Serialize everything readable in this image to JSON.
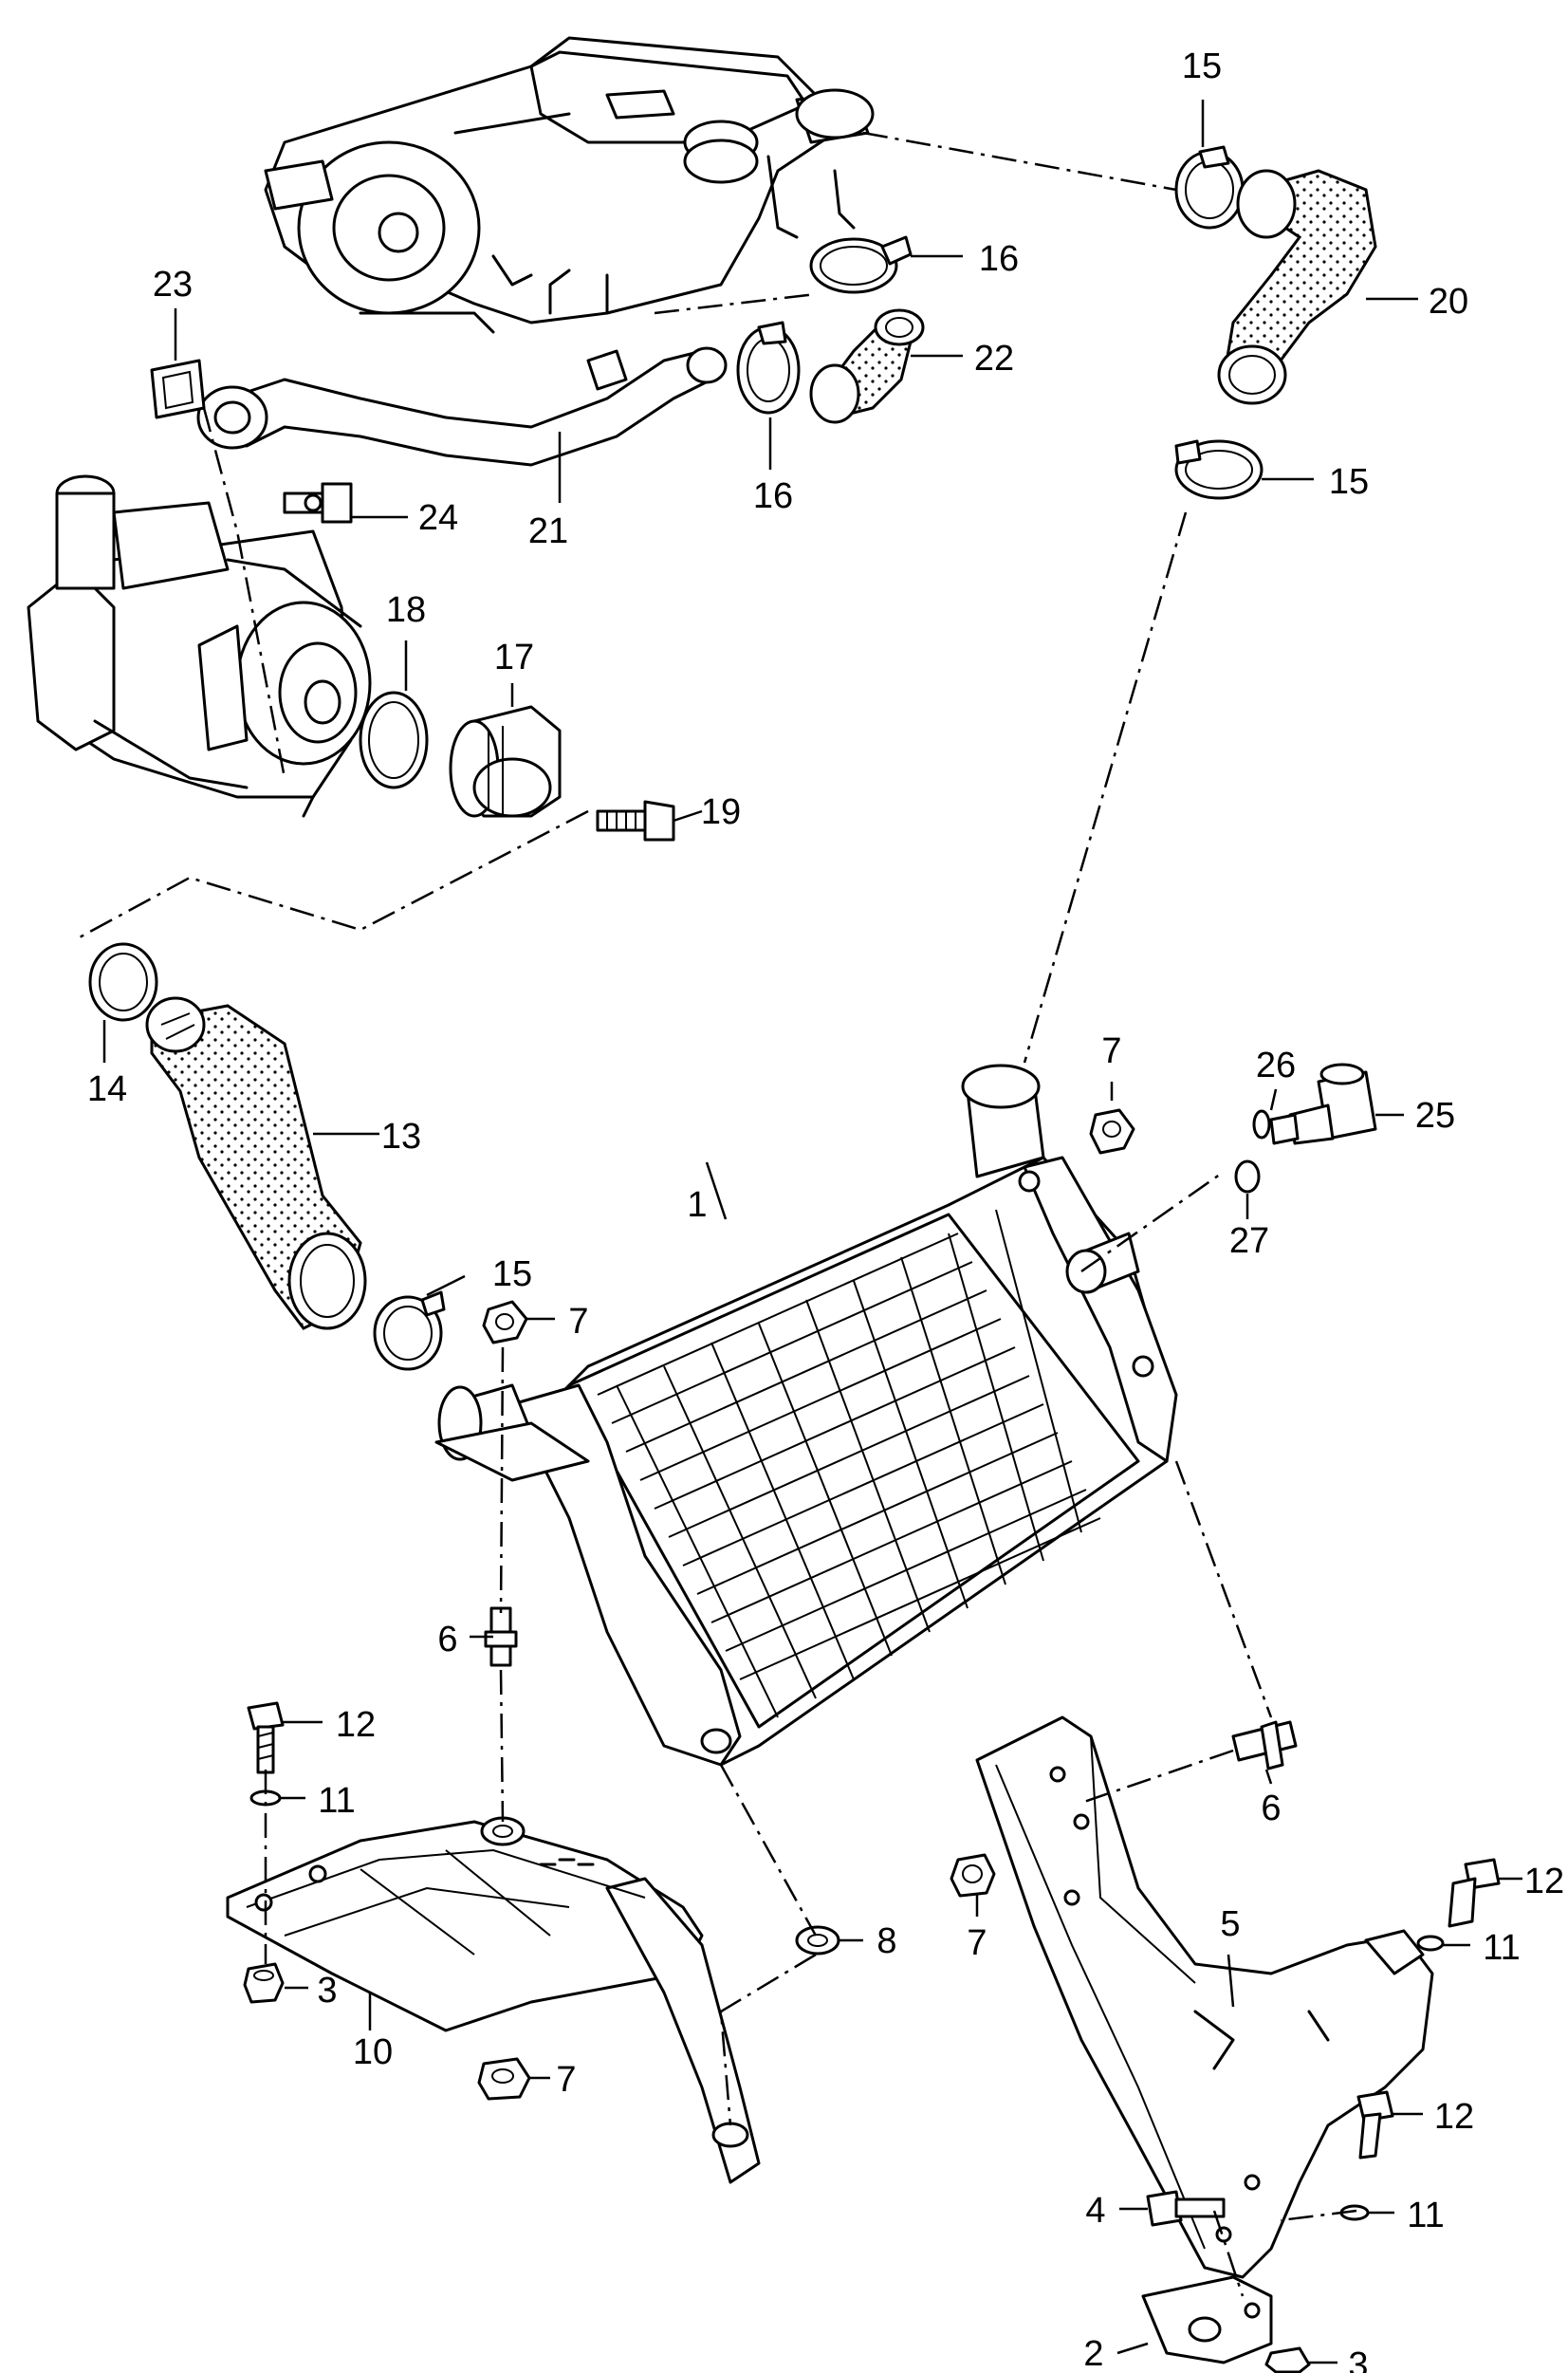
{
  "callouts": [
    {
      "id": "c1",
      "label": "1"
    },
    {
      "id": "c2",
      "label": "2"
    },
    {
      "id": "c3a",
      "label": "3"
    },
    {
      "id": "c3b",
      "label": "3"
    },
    {
      "id": "c4",
      "label": "4"
    },
    {
      "id": "c5",
      "label": "5"
    },
    {
      "id": "c6a",
      "label": "6"
    },
    {
      "id": "c6b",
      "label": "6"
    },
    {
      "id": "c7a",
      "label": "7"
    },
    {
      "id": "c7b",
      "label": "7"
    },
    {
      "id": "c7c",
      "label": "7"
    },
    {
      "id": "c7d",
      "label": "7"
    },
    {
      "id": "c8",
      "label": "8"
    },
    {
      "id": "c10",
      "label": "10"
    },
    {
      "id": "c11a",
      "label": "11"
    },
    {
      "id": "c11b",
      "label": "11"
    },
    {
      "id": "c11c",
      "label": "11"
    },
    {
      "id": "c12a",
      "label": "12"
    },
    {
      "id": "c12b",
      "label": "12"
    },
    {
      "id": "c12c",
      "label": "12"
    },
    {
      "id": "c13",
      "label": "13"
    },
    {
      "id": "c14",
      "label": "14"
    },
    {
      "id": "c15a",
      "label": "15"
    },
    {
      "id": "c15b",
      "label": "15"
    },
    {
      "id": "c15c",
      "label": "15"
    },
    {
      "id": "c16a",
      "label": "16"
    },
    {
      "id": "c16b",
      "label": "16"
    },
    {
      "id": "c17",
      "label": "17"
    },
    {
      "id": "c18",
      "label": "18"
    },
    {
      "id": "c19",
      "label": "19"
    },
    {
      "id": "c20",
      "label": "20"
    },
    {
      "id": "c21",
      "label": "21"
    },
    {
      "id": "c22",
      "label": "22"
    },
    {
      "id": "c23",
      "label": "23"
    },
    {
      "id": "c24",
      "label": "24"
    },
    {
      "id": "c25",
      "label": "25"
    },
    {
      "id": "c26",
      "label": "26"
    },
    {
      "id": "c27",
      "label": "27"
    }
  ]
}
